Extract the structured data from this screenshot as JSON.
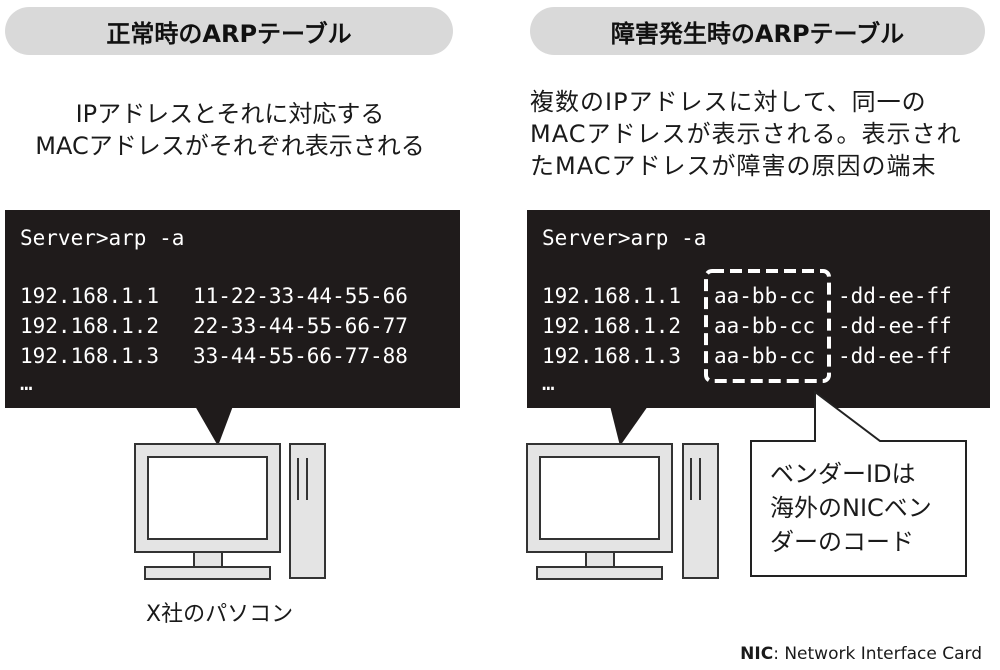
{
  "left": {
    "title": "正常時のARPテーブル",
    "description": [
      "IPアドレスとそれに対応する",
      "MACアドレスがそれぞれ表示される"
    ],
    "terminal": {
      "command": "Server>arp -a",
      "rows": [
        {
          "ip": "192.168.1.1",
          "mac": "11-22-33-44-55-66"
        },
        {
          "ip": "192.168.1.2",
          "mac": "22-33-44-55-66-77"
        },
        {
          "ip": "192.168.1.3",
          "mac": "33-44-55-66-77-88"
        }
      ],
      "ellipsis": "…"
    },
    "pc_caption": "X社のパソコン"
  },
  "right": {
    "title": "障害発生時のARPテーブル",
    "description": [
      "複数のIPアドレスに対して、同一の",
      "MACアドレスが表示される。表示され",
      "たMACアドレスが障害の原因の端末"
    ],
    "terminal": {
      "command": "Server>arp -a",
      "rows": [
        {
          "ip": "192.168.1.1",
          "vendor": "aa-bb-cc",
          "rest": "-dd-ee-ff"
        },
        {
          "ip": "192.168.1.2",
          "vendor": "aa-bb-cc",
          "rest": "-dd-ee-ff"
        },
        {
          "ip": "192.168.1.3",
          "vendor": "aa-bb-cc",
          "rest": "-dd-ee-ff"
        }
      ],
      "ellipsis": "…"
    },
    "callout": [
      "ベンダーIDは",
      "海外のNICベン",
      "ダーのコード"
    ]
  },
  "footnote": {
    "abbr": "NIC",
    "separator": ":",
    "text": "Network Interface Card"
  },
  "colors": {
    "terminal_bg": "#1f1b1b",
    "pill_bg": "#d9d9d9",
    "monitor_fill": "#e4e4e4",
    "outline": "#333333"
  }
}
